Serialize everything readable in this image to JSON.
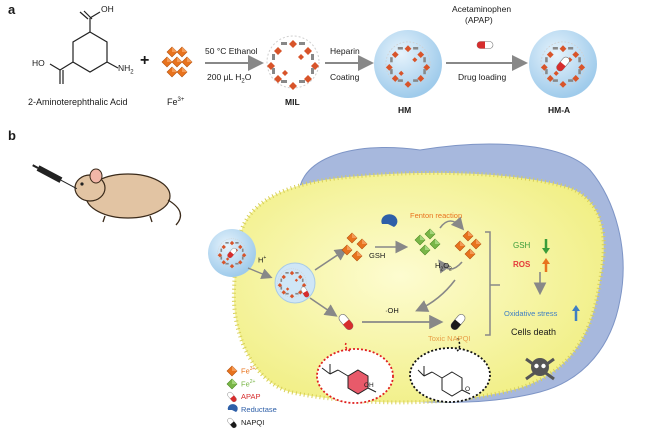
{
  "panels": {
    "a": "a",
    "b": "b"
  },
  "top_row": {
    "reactant1_label": "2-Aminoterephthalic Acid",
    "reactant1_groups": {
      "oh_top": "OH",
      "ho_left": "HO",
      "nh2": "NH",
      "nh2_sub": "2"
    },
    "plus1": "+",
    "reactant2_label": "Fe",
    "reactant2_sup": "3+",
    "step1_top": "50 °C Ethanol",
    "step1_bottom": "200 μL  H",
    "step1_bottom_sub": "2",
    "step1_bottom_end": "O",
    "product1_label": "MIL",
    "step2_top": "Heparin",
    "step2_bottom": "Coating",
    "product2_label": "HM",
    "step3_top1": "Acetaminophen",
    "step3_top2": "(APAP)",
    "step3_bottom": "Drug loading",
    "product3_label": "HM-A"
  },
  "cell": {
    "fenton": "Fenton reaction",
    "gsh_inner": "GSH",
    "h2o2": "H",
    "h2o2_sub1": "2",
    "h2o2_o": "O",
    "h2o2_sub2": "2",
    "hplus": "H",
    "hplus_sup": "+",
    "oh_radical": "·OH",
    "toxic_napqi": "Toxic NAPQI",
    "gsh_side": "GSH",
    "ros_side": "ROS",
    "oxidative": "Oxidative stress",
    "death": "Cells death"
  },
  "legend": [
    {
      "label": "Fe",
      "sup": "3+",
      "color": "#e8731e",
      "icon": "fe3-diamond-icon"
    },
    {
      "label": "Fe",
      "sup": "2+",
      "color": "#7ab648",
      "icon": "fe2-diamond-icon"
    },
    {
      "label": "APAP",
      "sup": "",
      "color": "#d62d2d",
      "icon": "apap-capsule-icon"
    },
    {
      "label": "Reductase",
      "sup": "",
      "color": "#2e5fa8",
      "icon": "reductase-icon"
    },
    {
      "label": "NAPQI",
      "sup": "",
      "color": "#1a1a1a",
      "icon": "napqi-capsule-icon"
    }
  ],
  "molecules": {
    "apap_oh": "OH",
    "napqi_o": "O"
  },
  "colors": {
    "fe3": "#e8731e",
    "fe2": "#7ab648",
    "apap": "#d62d2d",
    "reductase": "#2e5fa8",
    "cell_fill": "#f8f7a6",
    "ecm": "#a7b8dd",
    "sphere": "#bcdcf2",
    "gsh_green": "#3a9c3a",
    "ros_red": "#e53a3a",
    "oxid_blue": "#3f7fc3",
    "fenton_orange": "#e8731e"
  }
}
